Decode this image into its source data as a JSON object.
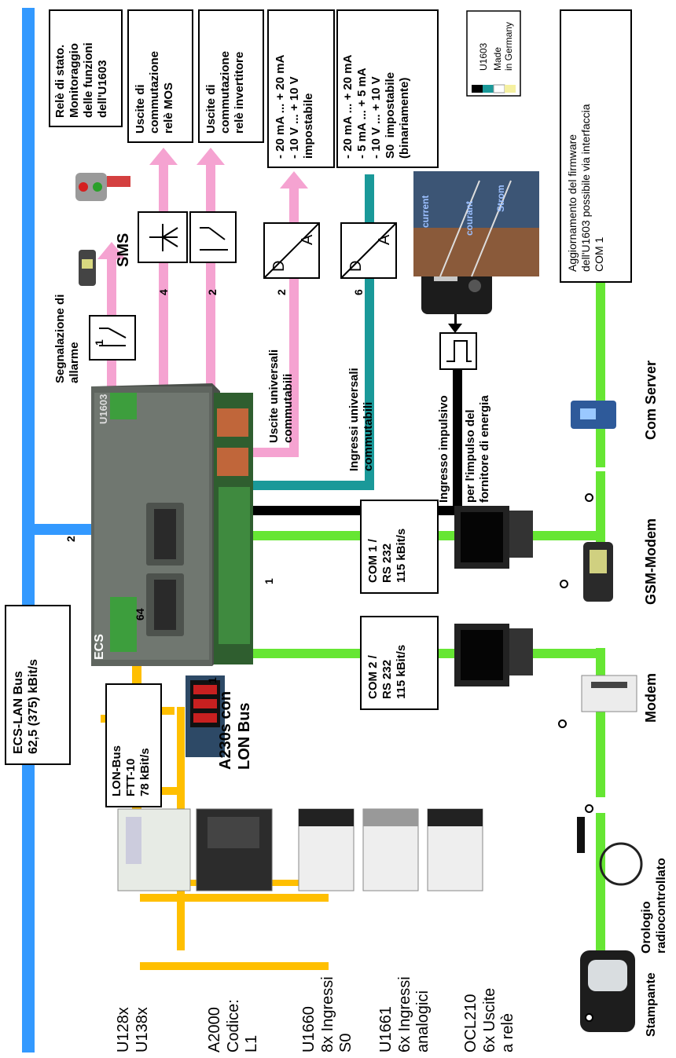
{
  "ecs_bus": {
    "label": "ECS-LAN Bus\n62,5 (375) kBit/s",
    "count": "2"
  },
  "lon_bus": {
    "label": "LON-Bus\nFTT-10\n78 kBit/s",
    "count": "64"
  },
  "a230s_label": "A230s con\nLON Bus",
  "left_devices": [
    {
      "label": "U128x\nU138x"
    },
    {
      "label": "A2000\nCodice:\nL1"
    },
    {
      "label": "U1660\n8x Ingressi\nS0"
    },
    {
      "label": "U1661\n6x Ingressi\nanalogici"
    },
    {
      "label": "OCL210\n6x Uscite\na relè"
    }
  ],
  "bottom_devices": {
    "printer": "Stampante",
    "clock": "Orologio\nradiocontrollato",
    "modem": "Modem",
    "gsm_modem": "GSM-Modem",
    "com_server": "Com Server"
  },
  "com2": {
    "label": "COM 2 /\nRS 232\n115 kBit/s",
    "count": "1"
  },
  "com1": {
    "label": "COM 1 /\nRS 232\n115 kBit/s",
    "count": "1"
  },
  "center_device": {
    "name": "U1603",
    "brand": "ECS"
  },
  "pulse_input": {
    "label": "Ingresso impulsivo",
    "sublabel": "per l'impulso del\nfornitore di energia"
  },
  "universal_inputs": {
    "label": "Ingressi universali\ncommutabili",
    "count": "6"
  },
  "universal_outputs": {
    "label": "Uscite universali\ncommutabili",
    "count": "2"
  },
  "alarm": {
    "label": "Segnalazione di\nallarme",
    "count": "1"
  },
  "sms_label": "SMS",
  "mos_count": "4",
  "inverter_count": "2",
  "da_d": "D",
  "da_a": "A",
  "top_boxes": [
    {
      "text": "Relè di stato.\nMonitoraggio\ndelle funzioni\ndell'U1603"
    },
    {
      "text": "Uscite di\ncommutazione\nrelè MOS"
    },
    {
      "text": "Uscite di\ncommutazione\nrelè invertitore"
    },
    {
      "text": "- 20 mA ... + 20 mA\n- 10 V ... + 10 V\nimpostabile"
    },
    {
      "text": "- 20 mA ... + 20 mA\n- 5 mA ... + 5 mA\n- 10 V ... + 10 V\nS0  impostabile\n(binariamente)"
    }
  ],
  "made_in": {
    "model": "U1603",
    "made": "Made\nin Germany"
  },
  "photo_words": {
    "w1": "current",
    "w2": "courant",
    "w3": "Strom"
  },
  "firmware_box": "Aggiornamento del firmware\ndell'U1603 possibile via interfaccia\nCOM 1",
  "colors": {
    "ecs_bus": "#3399ff",
    "lon_bus": "#ffbf00",
    "serial": "#66e633",
    "outputs": "#f5a3d1",
    "inputs": "#1a9999",
    "pulse": "#000000"
  }
}
